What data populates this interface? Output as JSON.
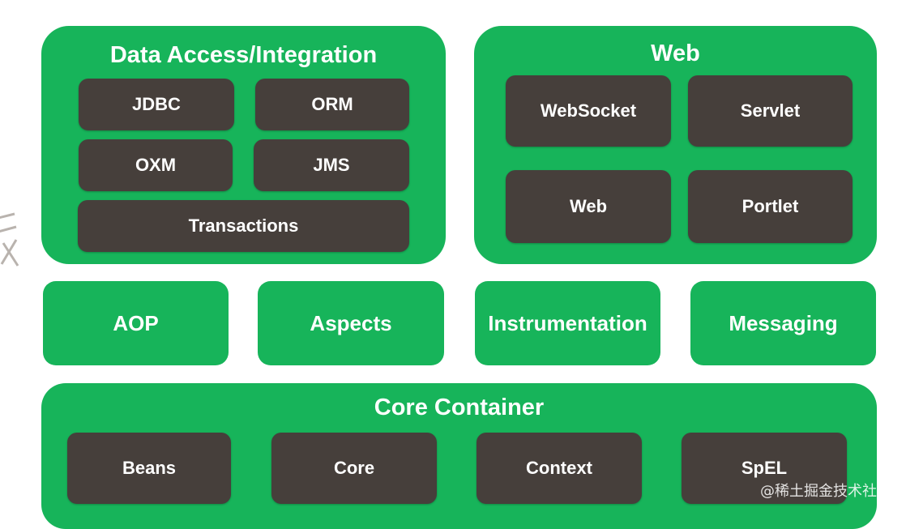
{
  "data_access": {
    "title": "Data Access/Integration",
    "modules": [
      "JDBC",
      "ORM",
      "OXM",
      "JMS",
      "Transactions"
    ]
  },
  "web": {
    "title": "Web",
    "modules": [
      "WebSocket",
      "Servlet",
      "Web",
      "Portlet"
    ]
  },
  "middle": {
    "items": [
      "AOP",
      "Aspects",
      "Instrumentation",
      "Messaging"
    ]
  },
  "core": {
    "title": "Core Container",
    "modules": [
      "Beans",
      "Core",
      "Context",
      "SpEL"
    ]
  },
  "watermark": "@稀土掘金技术社区",
  "colors": {
    "green": "#17b45a",
    "module": "#463f3b",
    "text": "#ffffff"
  }
}
